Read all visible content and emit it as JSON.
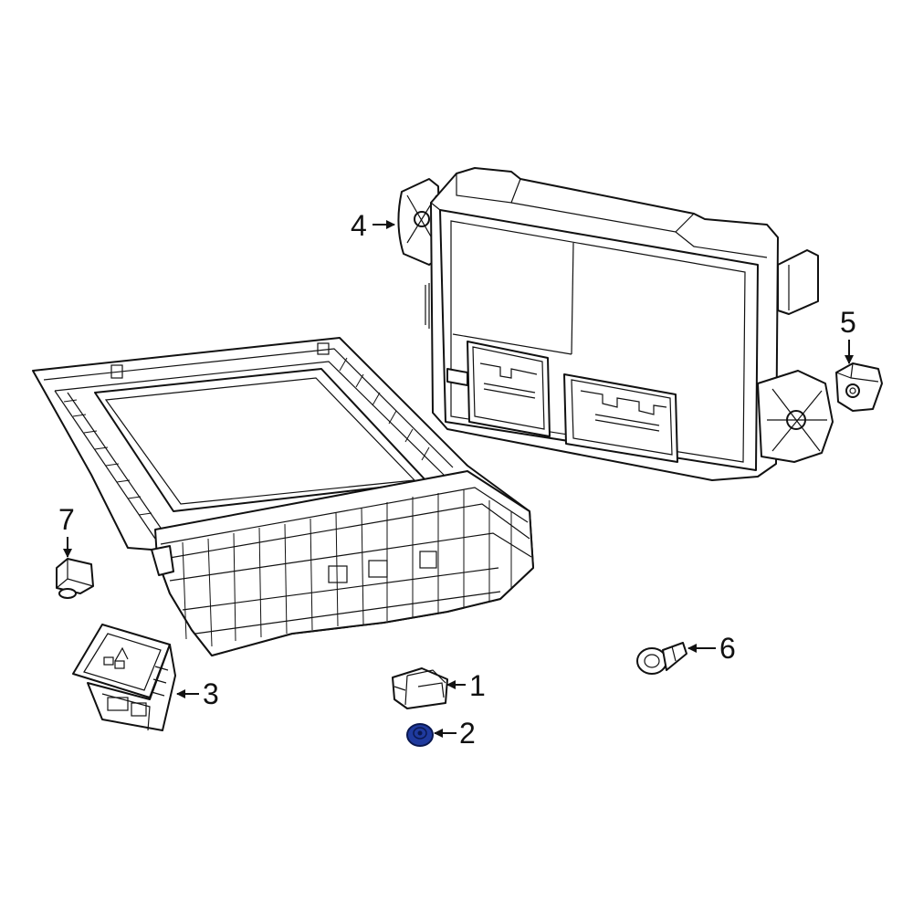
{
  "diagram": {
    "highlight_color": "#1f3a9e",
    "line_color": "#111111",
    "background_color": "#ffffff",
    "callouts": [
      {
        "id": "1",
        "label": "1"
      },
      {
        "id": "2",
        "label": "2"
      },
      {
        "id": "3",
        "label": "3"
      },
      {
        "id": "4",
        "label": "4"
      },
      {
        "id": "5",
        "label": "5"
      },
      {
        "id": "6",
        "label": "6"
      },
      {
        "id": "7",
        "label": "7"
      }
    ]
  }
}
